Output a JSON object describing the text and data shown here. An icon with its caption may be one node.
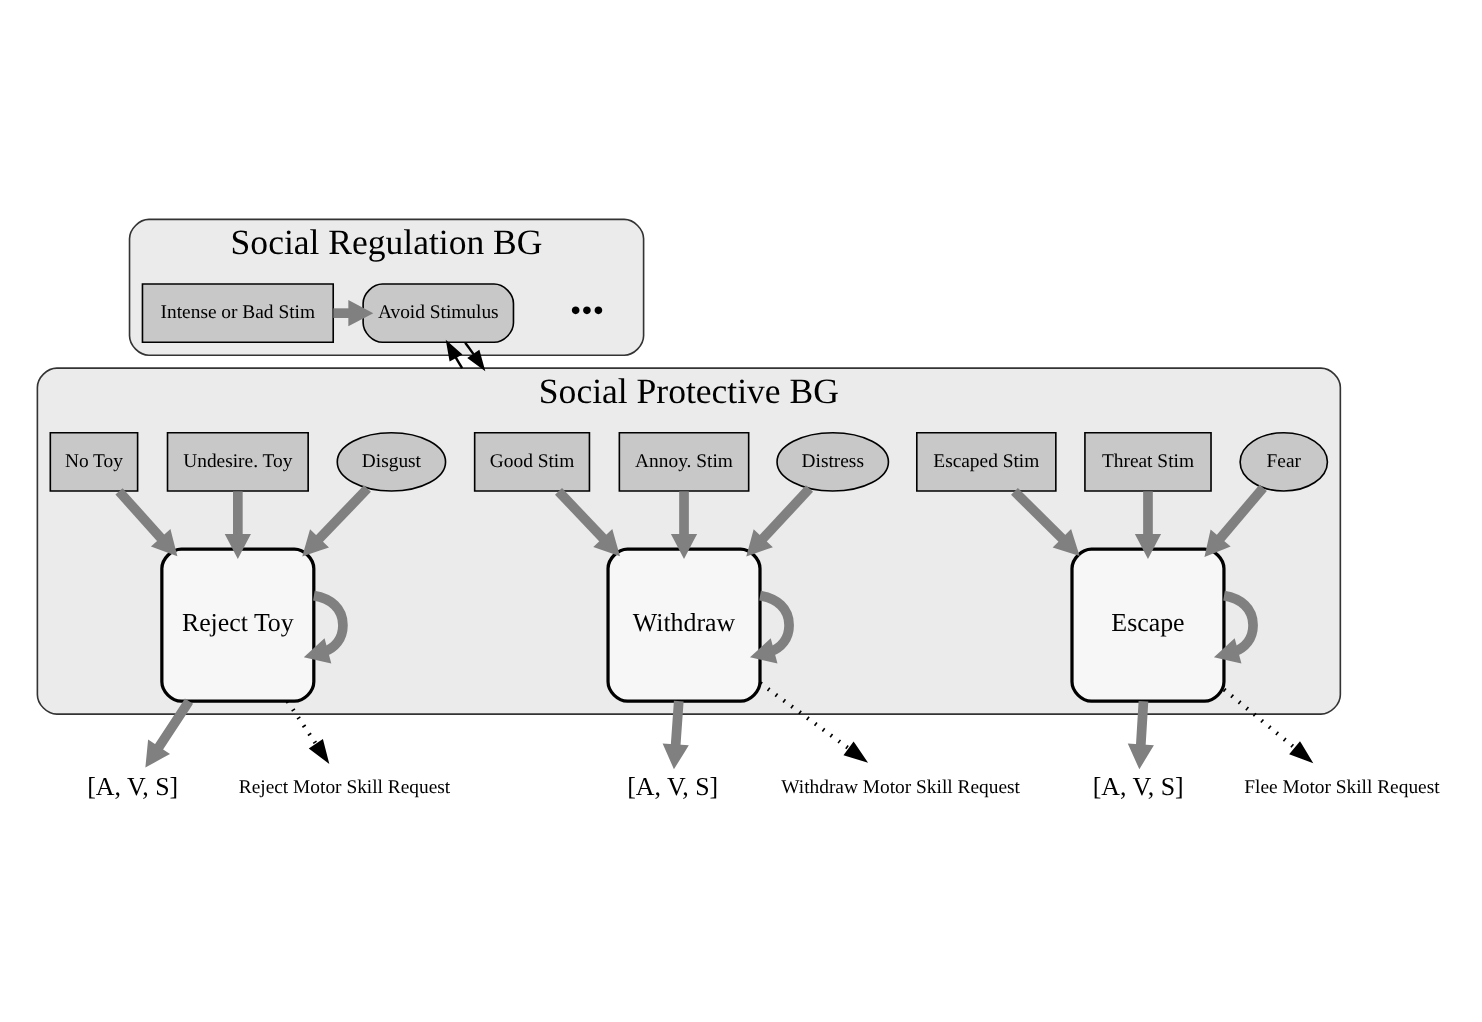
{
  "diagram": {
    "nodes": [
      {
        "text": [
          "Social Regulation BG"
        ]
      },
      {
        "text": [
          "Intense or Bad Stim"
        ],
        "in": 0
      },
      {
        "text": [
          "Avoid Stimulus"
        ],
        "in": 0
      },
      {
        "text": [
          "Social Protective BG"
        ]
      },
      {
        "text": [
          "Disgust"
        ],
        "in": 3
      },
      {
        "text": [
          "Undesire. Toy"
        ],
        "in": 3
      },
      {
        "text": [
          "No Toy"
        ],
        "in": 3
      },
      {
        "text": [
          "Reject Toy"
        ],
        "in": 3
      },
      {
        "text": [
          "Distress"
        ],
        "in": 3
      },
      {
        "text": [
          "Annoy. Stim"
        ],
        "in": 3
      },
      {
        "text": [
          "Good Stim"
        ],
        "in": 3
      },
      {
        "text": [
          "Withdraw"
        ],
        "in": 3
      },
      {
        "text": [
          "Fear"
        ],
        "in": 3
      },
      {
        "text": [
          "Threat Stim"
        ],
        "in": 3
      },
      {
        "text": [
          "Escaped Stim"
        ],
        "in": 3
      },
      {
        "text": [
          "Escape"
        ],
        "in": 3
      },
      {
        "text": [
          "[A, V, S]"
        ]
      },
      {
        "text": [
          "[A, V, S]"
        ]
      },
      {
        "text": [
          "[A, V, S]"
        ]
      },
      {
        "text": [
          "Reject Motor Skill Request"
        ]
      },
      {
        "text": [
          "Withdraw Motor Skill Request"
        ]
      },
      {
        "text": [
          "Flee Motor Skill Request"
        ]
      }
    ],
    "edges": [
      {
        "from": 1,
        "to": 2,
        "arrow": "to"
      },
      {
        "from": 2,
        "to": 3,
        "arrow": "to",
        "color": "#000000"
      },
      {
        "from": 3,
        "to": 2,
        "arrow": "to",
        "color": "#000000"
      },
      {
        "from": 4,
        "to": 7,
        "arrow": "to"
      },
      {
        "from": 5,
        "to": 7,
        "arrow": "to"
      },
      {
        "from": 6,
        "to": 7,
        "arrow": "to"
      },
      {
        "from": 7,
        "to": 7,
        "arrow": "to"
      },
      {
        "from": 8,
        "to": 11,
        "arrow": "to"
      },
      {
        "from": 9,
        "to": 11,
        "arrow": "to"
      },
      {
        "from": 10,
        "to": 11,
        "arrow": "to"
      },
      {
        "from": 11,
        "to": 11,
        "arrow": "to"
      },
      {
        "from": 12,
        "to": 15,
        "arrow": "to"
      },
      {
        "from": 13,
        "to": 15,
        "arrow": "to"
      },
      {
        "from": 14,
        "to": 15,
        "arrow": "to"
      },
      {
        "from": 15,
        "to": 15,
        "arrow": "to"
      },
      {
        "from": 7,
        "to": 16,
        "arrow": "to"
      },
      {
        "from": 11,
        "to": 17,
        "arrow": "to"
      },
      {
        "from": 15,
        "to": 18,
        "arrow": "to"
      },
      {
        "from": 7,
        "to": 19,
        "arrow": "to",
        "style": "dashed",
        "color": "#000000"
      },
      {
        "from": 11,
        "to": 20,
        "arrow": "to",
        "style": "dashed",
        "color": "#000000"
      },
      {
        "from": 15,
        "to": 21,
        "arrow": "to",
        "style": "dashed",
        "color": "#000000"
      }
    ],
    "labels": [
      "•••"
    ]
  }
}
